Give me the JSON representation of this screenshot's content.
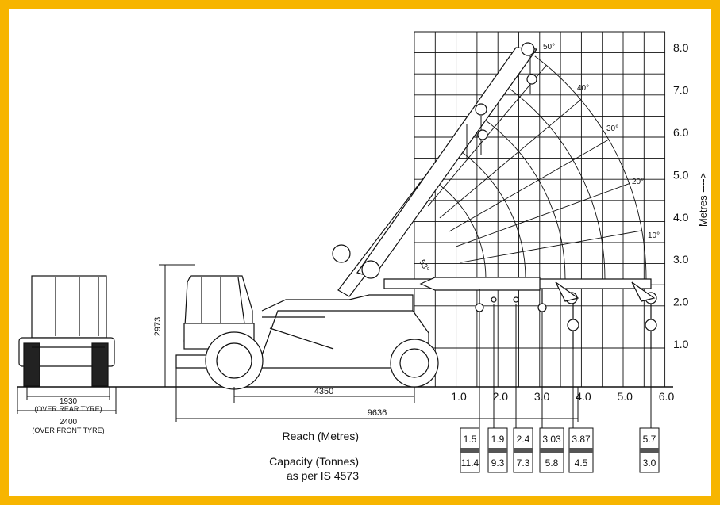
{
  "colors": {
    "frame": "#f7b500",
    "ink": "#111111",
    "background": "#ffffff"
  },
  "chart_data": {
    "type": "table",
    "reach_label": "Reach (Metres)",
    "capacity_label_line1": "Capacity (Tonnes)",
    "capacity_label_line2": "as per IS 4573",
    "y_axis_label": "Metres ---->",
    "x_ticks": [
      "1.0",
      "2.0",
      "3.0",
      "4.0",
      "5.0",
      "6.0"
    ],
    "y_ticks": [
      "1.0",
      "2.0",
      "3.0",
      "4.0",
      "5.0",
      "6.0",
      "7.0",
      "8.0"
    ],
    "boom_angles": [
      "10°",
      "20°",
      "30°",
      "40°",
      "50°",
      "53°"
    ],
    "reach_m": [
      "1.5",
      "1.9",
      "2.4",
      "3.03",
      "3.87",
      "5.7"
    ],
    "capacity_t": [
      "11.4",
      "9.3",
      "7.3",
      "5.8",
      "4.5",
      "3.0"
    ]
  },
  "dimensions": {
    "rear_track": "1930",
    "rear_track_note": "(OVER REAR TYRE)",
    "front_track": "2400",
    "front_track_note": "(OVER FRONT TYRE)",
    "height": "2973",
    "wheelbase": "4350",
    "overall_length": "9636"
  }
}
